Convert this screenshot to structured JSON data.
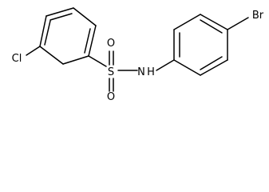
{
  "molecule": {
    "atoms": {
      "chlorine": "Cl",
      "sulfur": "S",
      "oxygen_top": "O",
      "oxygen_bottom": "O",
      "nitrogen": "N",
      "hydrogen": "H",
      "bromine": "Br"
    },
    "colors": {
      "bond": "#000000",
      "label": "#000000",
      "background": "#ffffff"
    }
  }
}
